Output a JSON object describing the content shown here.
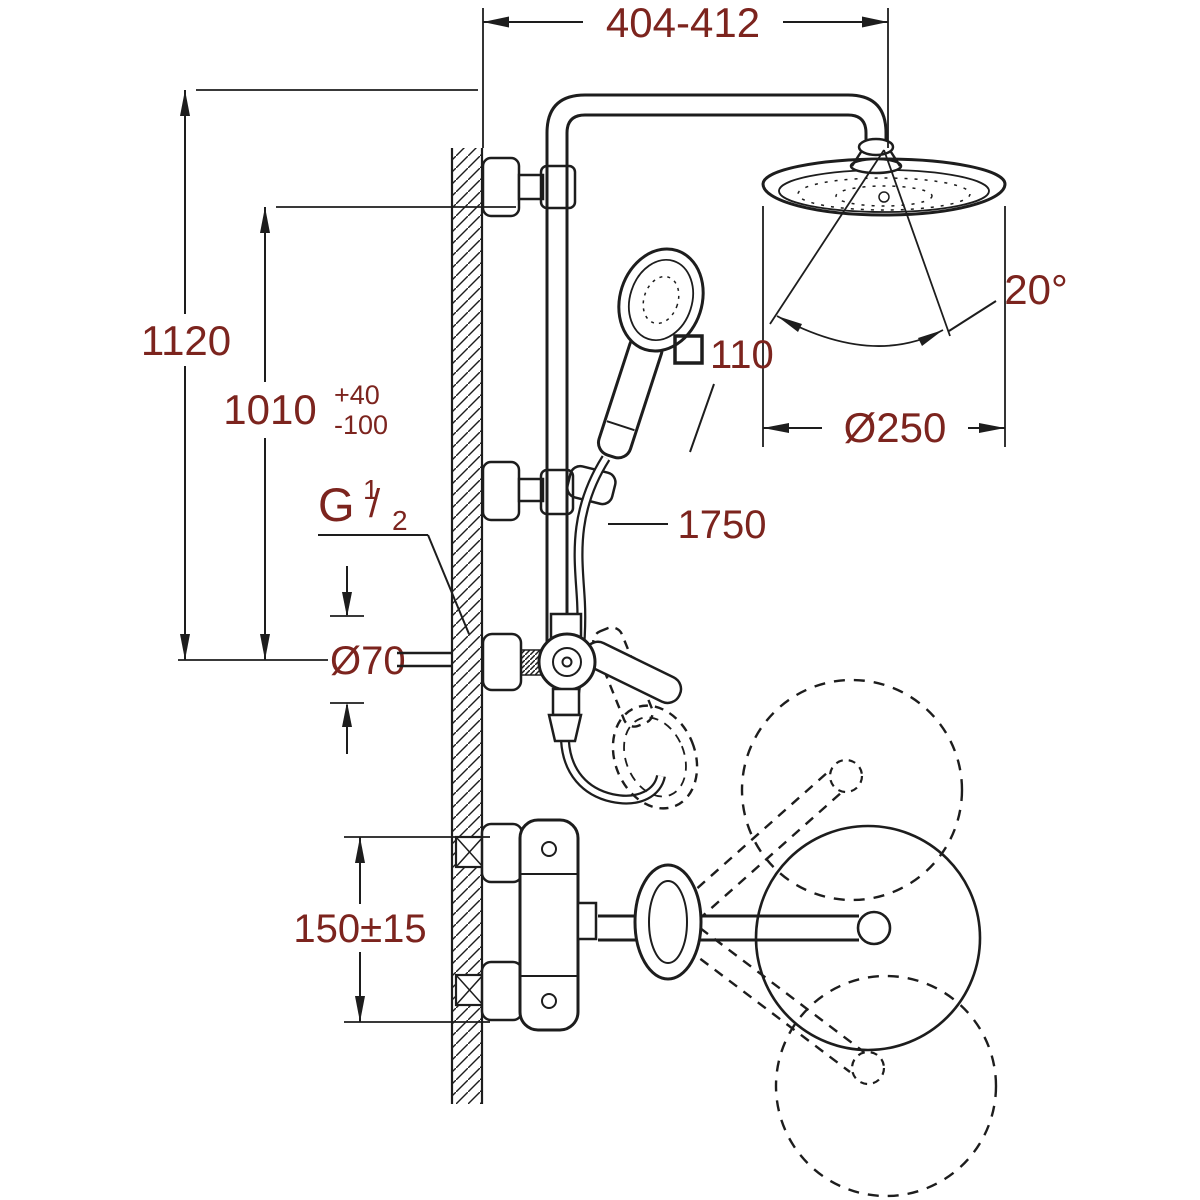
{
  "meta": {
    "title": "Shower system installation dimensional drawing"
  },
  "colors": {
    "line": "#1d1d1d",
    "text": "#7c241e",
    "bg": "#ffffff"
  },
  "dimensions": {
    "top_width": "404-412",
    "total_height": "1120",
    "riser_height": "1010",
    "riser_tol_plus": "+40",
    "riser_tol_minus": "-100",
    "thread_letter": "G",
    "thread_numerator": "1",
    "thread_slash": "/",
    "thread_denominator": "2",
    "supply_escutcheon": "Ø70",
    "head_tilt_angle": "20°",
    "head_diameter": "Ø250",
    "hand_shower_size": "110",
    "hose_length": "1750",
    "connection_spacing": "150±15"
  }
}
